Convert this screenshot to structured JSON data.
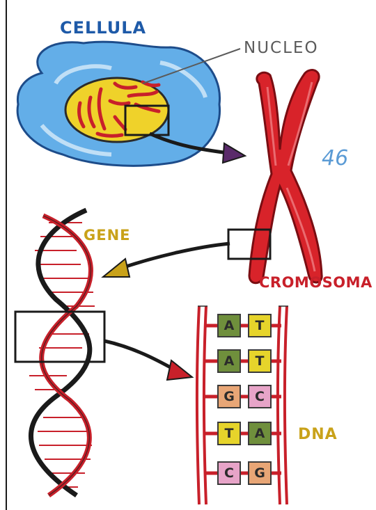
{
  "labels": {
    "cell": "CELLULA",
    "nucleus": "NUCLEO",
    "chromosome_count": "46",
    "gene": "GENE",
    "chromosome": "CROMOSOMA",
    "dna": "DNA"
  },
  "base_pairs": [
    {
      "left": "A",
      "right": "T"
    },
    {
      "left": "A",
      "right": "T"
    },
    {
      "left": "G",
      "right": "C"
    },
    {
      "left": "T",
      "right": "A"
    },
    {
      "left": "C",
      "right": "G"
    }
  ],
  "colors": {
    "A": "#6f8f3c",
    "T": "#e6d42b",
    "G": "#e8a676",
    "C": "#e7a4c8",
    "chromosome": "#d8232a",
    "cell": "#5aa8e6",
    "nucleus": "#efd22a"
  }
}
